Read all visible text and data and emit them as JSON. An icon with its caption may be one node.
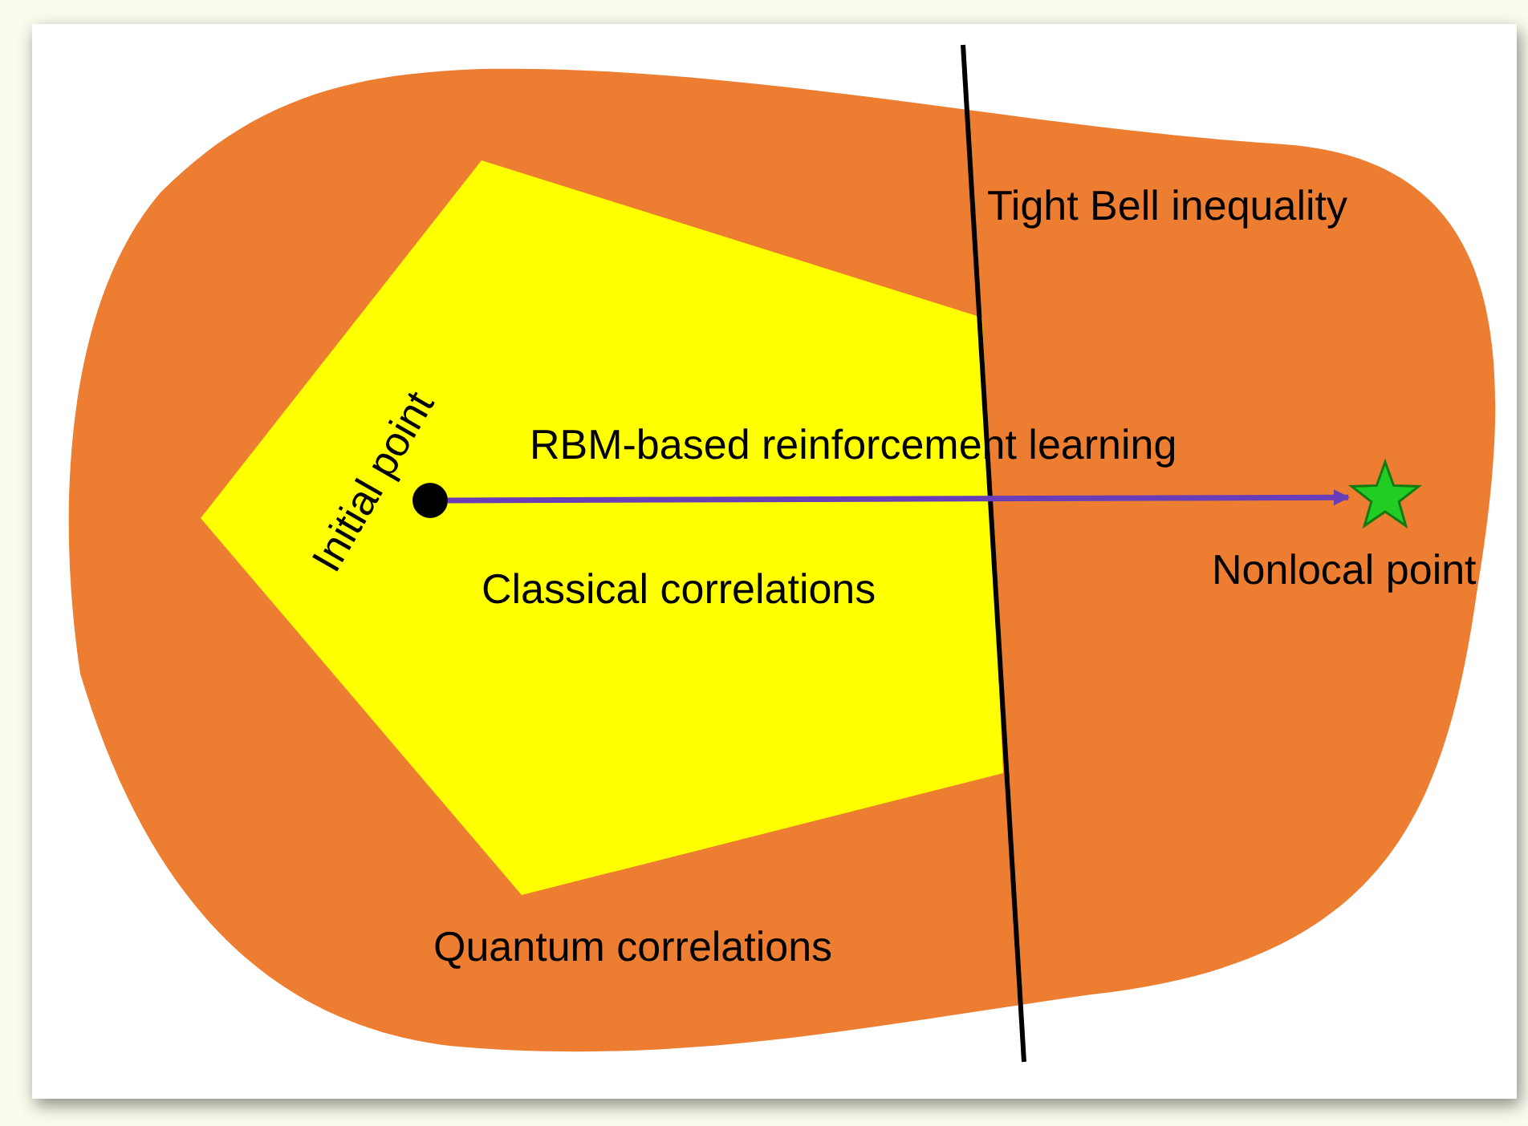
{
  "diagram": {
    "nodes": [
      {
        "text": [
          "Quantum correlations"
        ]
      },
      {
        "text": [
          "Classical correlations"
        ],
        "in": 0
      },
      {
        "text": [],
        "shape": "circle",
        "in": 1,
        "beside": [
          "Initial point"
        ]
      },
      {
        "text": [],
        "shape": "star",
        "in": 0,
        "beside": [
          "Nonlocal point"
        ]
      }
    ],
    "edges": [
      {
        "from": 2,
        "to": 3,
        "arrow": "to",
        "label": "RBM-based reinforcement learning",
        "color": "#6a3db8"
      }
    ],
    "labels": [
      "Tight Bell inequality"
    ]
  }
}
